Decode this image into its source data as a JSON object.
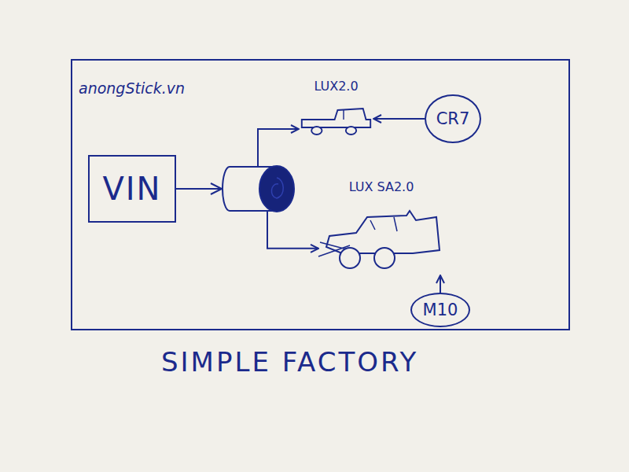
{
  "diagram": {
    "caption": "SIMPLE FACTORY",
    "nodes": [
      {
        "text": [
          "anongStick.vn"
        ]
      },
      {
        "text": [
          "LUX2.0"
        ],
        "in": 0
      },
      {
        "text": [
          "CR7"
        ],
        "in": 0
      },
      {
        "text": [
          "VIN"
        ],
        "in": 0
      },
      {
        "text": [
          "LUX SA2.0"
        ],
        "in": 0
      },
      {
        "text": [
          "M10"
        ],
        "in": 0
      }
    ],
    "edges": [
      {
        "from": 2,
        "to": 1,
        "arrow": "to"
      },
      {
        "from": 3,
        "to": 1,
        "arrow": "to"
      },
      {
        "from": 3,
        "to": 4,
        "arrow": "to"
      },
      {
        "from": 5,
        "to": 4,
        "arrow": "to"
      }
    ]
  }
}
